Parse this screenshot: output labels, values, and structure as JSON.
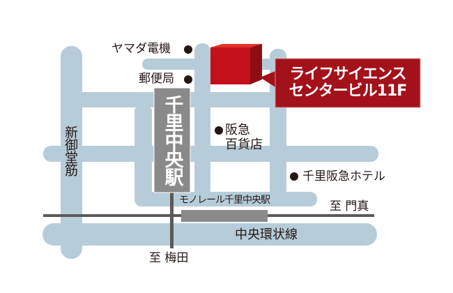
{
  "colors": {
    "road": "#b7ccd9",
    "station": "#8a8a8a",
    "rail": "#5a5a5a",
    "building": "#c4101a",
    "callout": "#a3111b"
  },
  "building": {
    "line1": "ライフサイエンス",
    "line2": "センタービル11F"
  },
  "landmarks": {
    "yamada": "ヤマダ電機",
    "post_office": "郵便局",
    "hankyu_line1": "阪急",
    "hankyu_line2": "百貨店",
    "hotel": "千里阪急ホテル"
  },
  "stations": {
    "senri_chuo": "千里中央駅",
    "monorail": "モノレール千里中央駅"
  },
  "roads": {
    "shin_midosuji": "新御堂筋",
    "chuo_kanjo": "中央環状線"
  },
  "directions": {
    "kadoma": "至 門真",
    "umeda": "至 梅田"
  }
}
